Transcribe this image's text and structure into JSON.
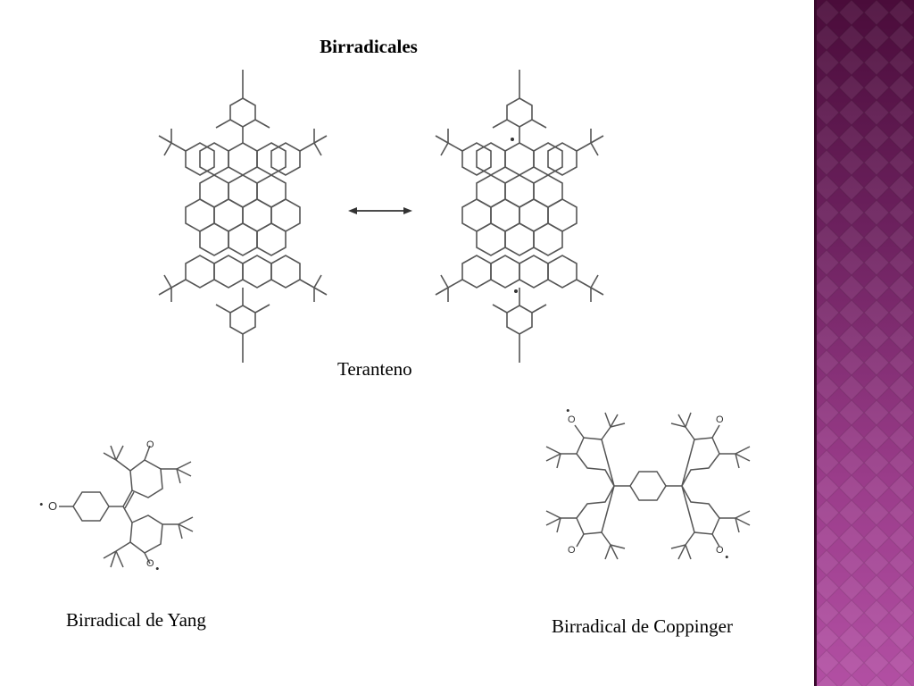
{
  "slide": {
    "title": "Birradicales",
    "captions": {
      "teranteno": "Teranteno",
      "yang": "Birradical de Yang",
      "coppinger": "Birradical de Coppinger"
    },
    "radical_labels": {
      "oxygen": "O",
      "radical_dot": "•"
    }
  },
  "theme": {
    "background": "#ffffff",
    "side_band_top": "#4a0c3a",
    "side_band_bottom": "#b24fa3",
    "line_color": "#555555"
  }
}
